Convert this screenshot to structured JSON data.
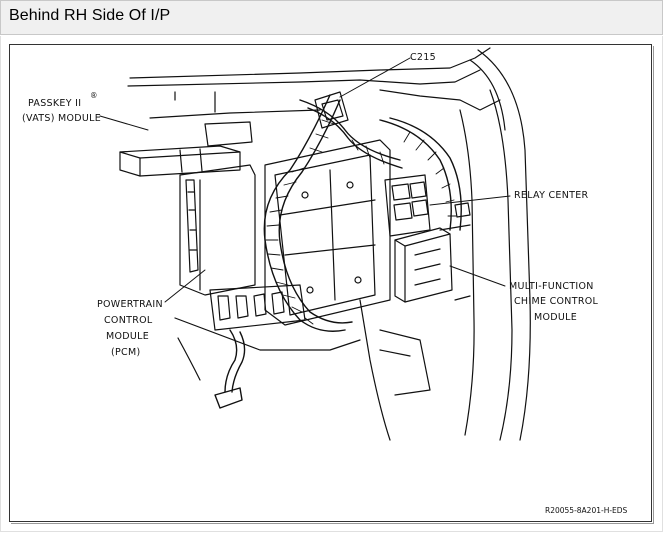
{
  "header": {
    "title": "Behind RH Side Of I/P"
  },
  "callouts": {
    "c215": "C215",
    "passkey_line1": "PASSKEY II",
    "passkey_reg": "®",
    "passkey_line2": "(VATS) MODULE",
    "relay_center": "RELAY CENTER",
    "mfc_line1": "MULTI-FUNCTION",
    "mfc_line2": "CHIME CONTROL",
    "mfc_line3": "MODULE",
    "pcm_line1": "POWERTRAIN",
    "pcm_line2": "CONTROL",
    "pcm_line3": "MODULE",
    "pcm_line4": "(PCM)"
  },
  "figure_id": "R20055-8A201-H-EDS"
}
